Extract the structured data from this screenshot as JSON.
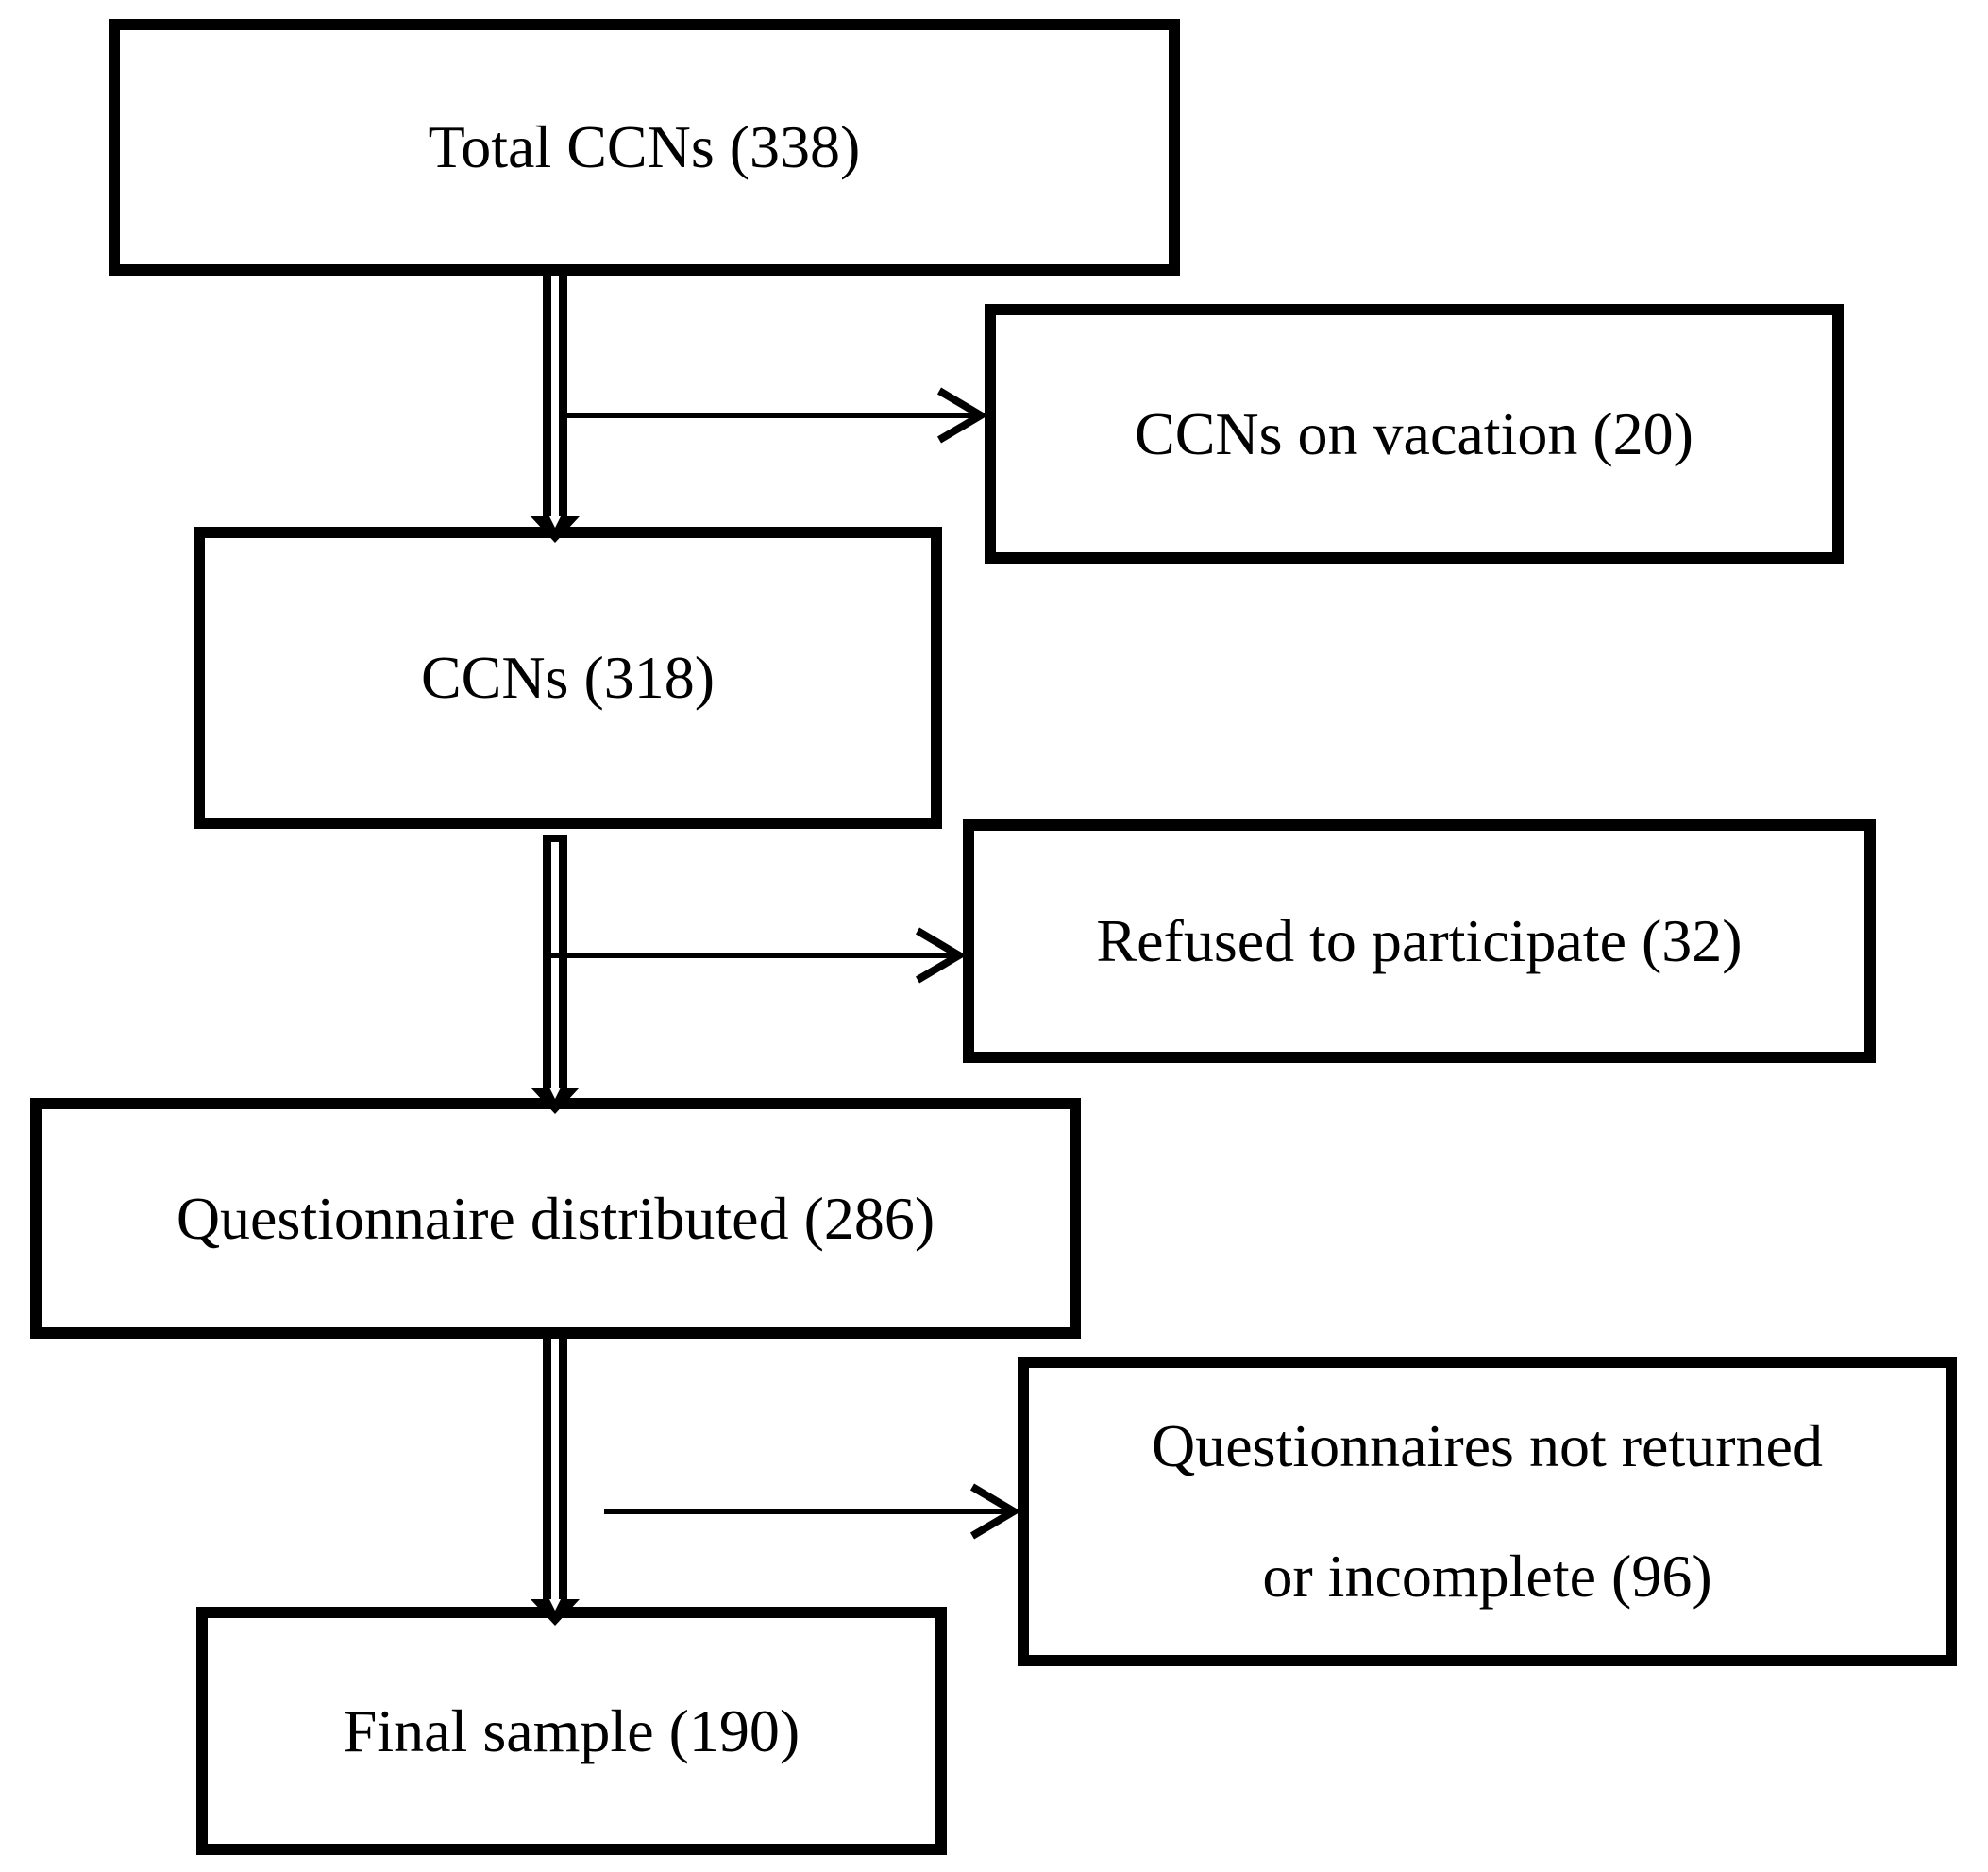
{
  "diagram": {
    "type": "flowchart",
    "colors": {
      "background": "#ffffff",
      "stroke": "#000000",
      "text": "#000000"
    },
    "nodes": {
      "total": {
        "label": "Total CCNs (338)"
      },
      "vacation": {
        "label": "CCNs on vacation (20)"
      },
      "ccns": {
        "label": "CCNs (318)"
      },
      "refused": {
        "label": "Refused to participate (32)"
      },
      "questionnaire": {
        "label": "Questionnaire distributed (286)"
      },
      "not_returned": {
        "line1": "Questionnaires not returned",
        "line2": "or incomplete (96)"
      },
      "final": {
        "label": "Final sample (190)"
      }
    },
    "edges": [
      {
        "from": "total",
        "to": "ccns",
        "style": "double-line-down-arrow"
      },
      {
        "from": "total",
        "to": "vacation",
        "style": "thin-right-arrow"
      },
      {
        "from": "ccns",
        "to": "questionnaire",
        "style": "double-line-down-arrow"
      },
      {
        "from": "ccns",
        "to": "refused",
        "style": "thin-right-arrow"
      },
      {
        "from": "questionnaire",
        "to": "final",
        "style": "double-line-down-arrow"
      },
      {
        "from": "questionnaire",
        "to": "not_returned",
        "style": "thin-right-arrow"
      }
    ]
  }
}
